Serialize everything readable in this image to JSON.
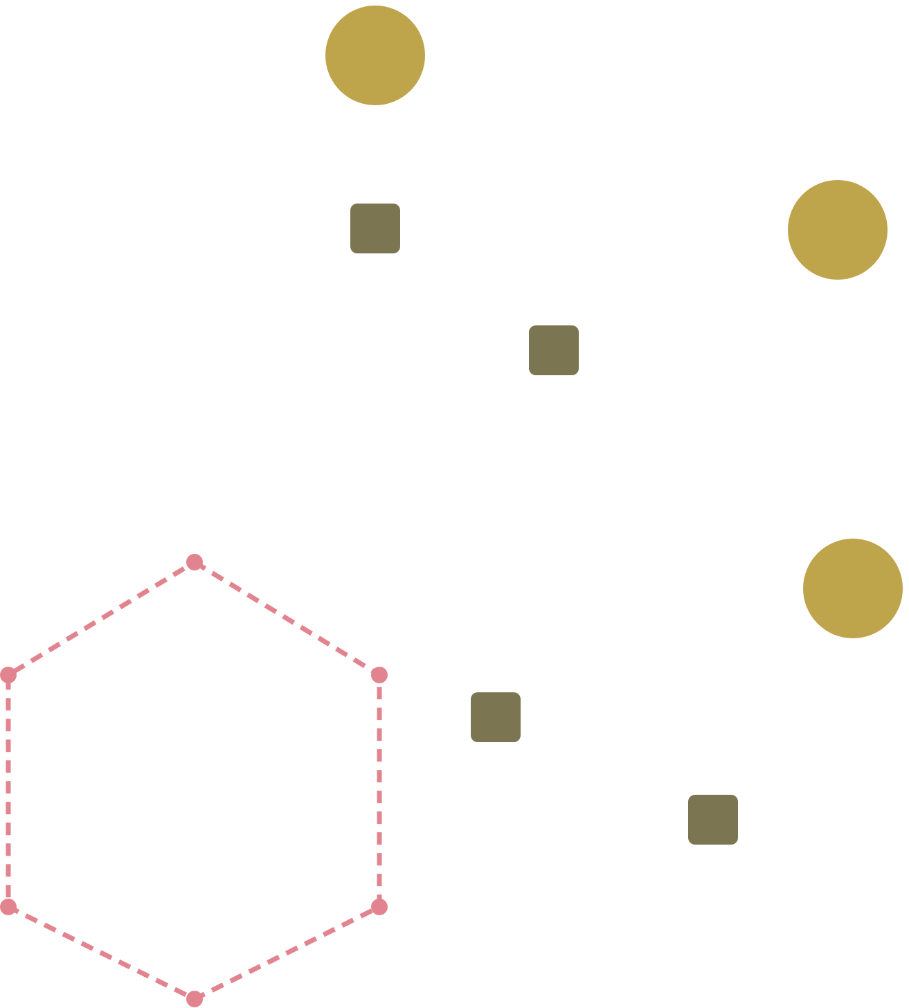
{
  "colors": {
    "background": "#ffffff",
    "circle": "#bea44a",
    "square": "#7c7552",
    "hexagon": "#e2848f"
  },
  "shapes": {
    "circles": [
      {
        "name": "gold-circle-top"
      },
      {
        "name": "gold-circle-right-upper"
      },
      {
        "name": "gold-circle-right-lower"
      }
    ],
    "squares": [
      {
        "name": "olive-square-1"
      },
      {
        "name": "olive-square-2"
      },
      {
        "name": "olive-square-3"
      },
      {
        "name": "olive-square-4"
      }
    ],
    "hexagon": {
      "name": "dashed-hexagon-outline",
      "style": "dashed",
      "vertex_markers": true
    }
  }
}
